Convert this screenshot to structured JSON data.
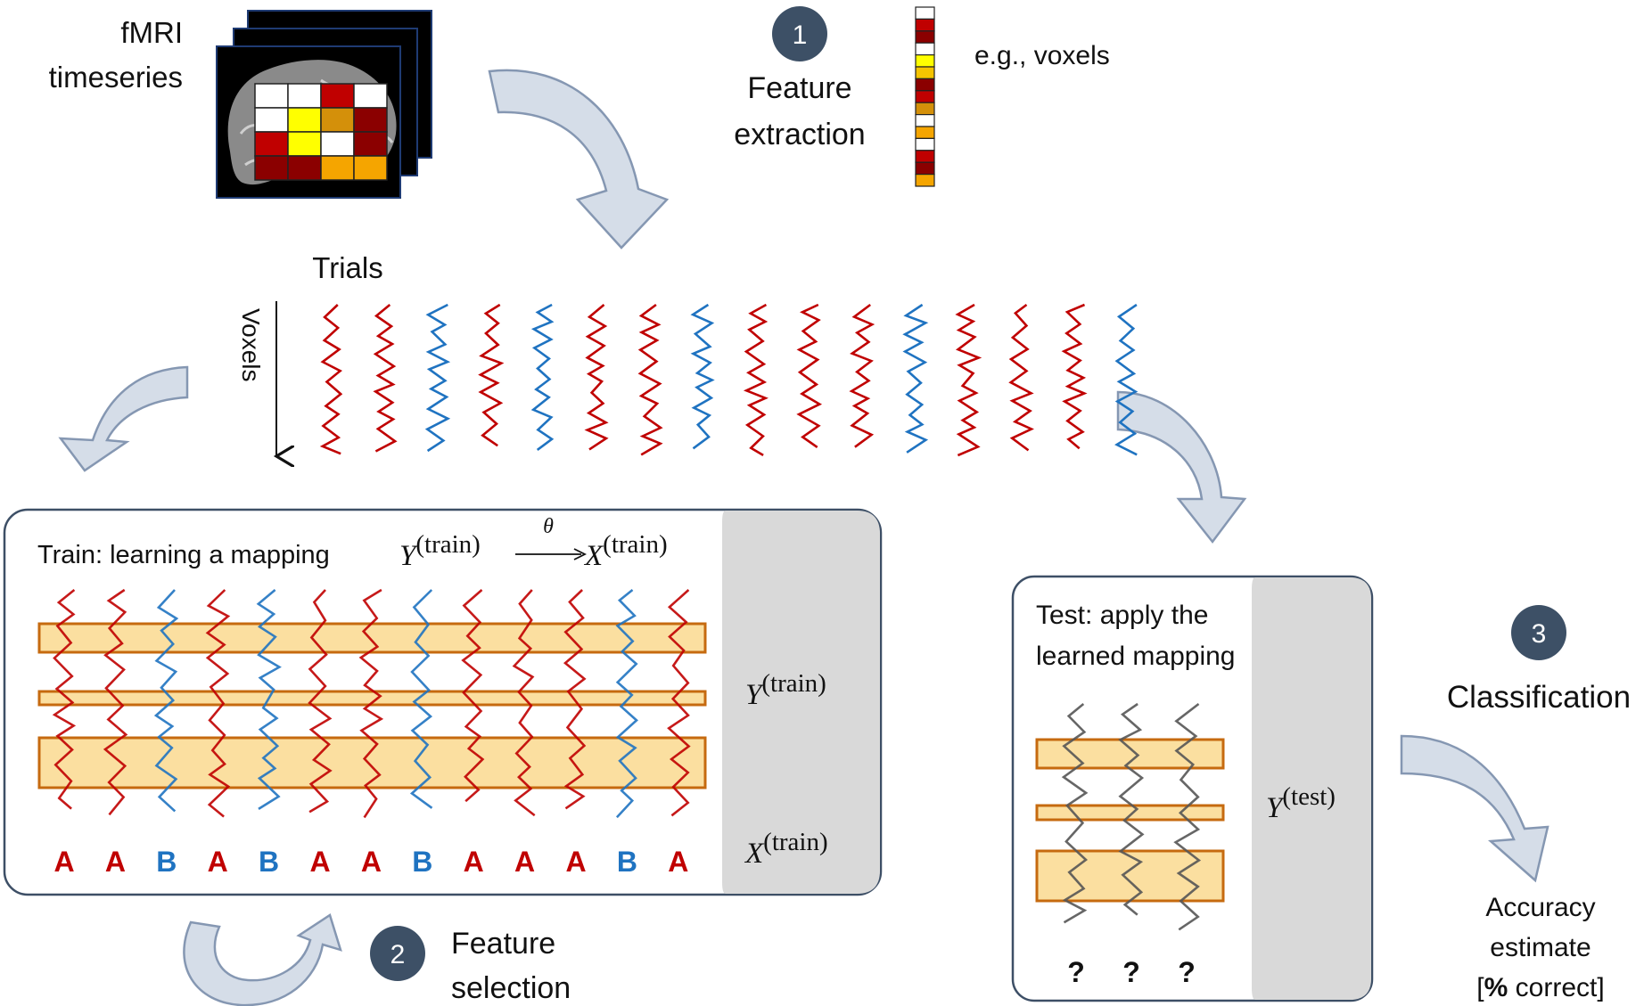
{
  "header": {
    "fmri_line1": "fMRI",
    "fmri_line2": "timeseries",
    "eg_voxels": "e.g., voxels",
    "trials": "Trials",
    "voxels": "Voxels"
  },
  "steps": [
    {
      "number": "1",
      "label_line1": "Feature",
      "label_line2": "extraction"
    },
    {
      "number": "2",
      "label_line1": "Feature",
      "label_line2": "selection"
    },
    {
      "number": "3",
      "label_line1": "Classification",
      "label_line2": ""
    }
  ],
  "train_panel": {
    "title": "Train: learning a mapping",
    "y_sym": "Y",
    "train_sup": "(train)",
    "theta": "θ",
    "x_sym": "X",
    "labels": [
      "A",
      "A",
      "B",
      "A",
      "B",
      "A",
      "A",
      "B",
      "A",
      "A",
      "A",
      "B",
      "A"
    ]
  },
  "test_panel": {
    "title_line1": "Test: apply the",
    "title_line2": "learned mapping",
    "y_sym": "Y",
    "test_sup": "(test)",
    "unknowns": [
      "?",
      "?",
      "?"
    ]
  },
  "accuracy": {
    "line1": "Accuracy",
    "line2": "estimate",
    "line3_open": "[",
    "line3_bold": "%",
    "line3_rest": " correct]"
  },
  "colors": {
    "class_a": "#c00000",
    "class_b": "#1f73c1",
    "unknown": "#555555",
    "arrow_fill": "#d5dde8",
    "arrow_stroke": "#8597b2",
    "badge": "#3d5066",
    "band_fill": "#fad98f",
    "band_stroke": "#c66a0f",
    "panel_gray": "#d9d9d9",
    "panel_border": "#3d4f66",
    "frame_border": "#1f3b73"
  },
  "trials_row": [
    "A",
    "A",
    "B",
    "A",
    "B",
    "A",
    "A",
    "B",
    "A",
    "A",
    "A",
    "B",
    "A",
    "A",
    "A",
    "B"
  ],
  "feature_vector": [
    "#ffffff",
    "#c00000",
    "#8b0000",
    "#ffffff",
    "#ffff00",
    "#f5c400",
    "#8b0000",
    "#c00000",
    "#d4900a",
    "#ffffff",
    "#f5a500",
    "#ffffff",
    "#c00000",
    "#8b0000",
    "#f5a500"
  ],
  "brain_grid": [
    [
      "#ffffff",
      "#ffffff",
      "#c00000",
      "#ffffff"
    ],
    [
      "#ffffff",
      "#ffff00",
      "#d4900a",
      "#8b0000"
    ],
    [
      "#c00000",
      "#ffff00",
      "#ffffff",
      "#8b0000"
    ],
    [
      "#8b0000",
      "#8b0000",
      "#f5a500",
      "#f5a500"
    ]
  ]
}
